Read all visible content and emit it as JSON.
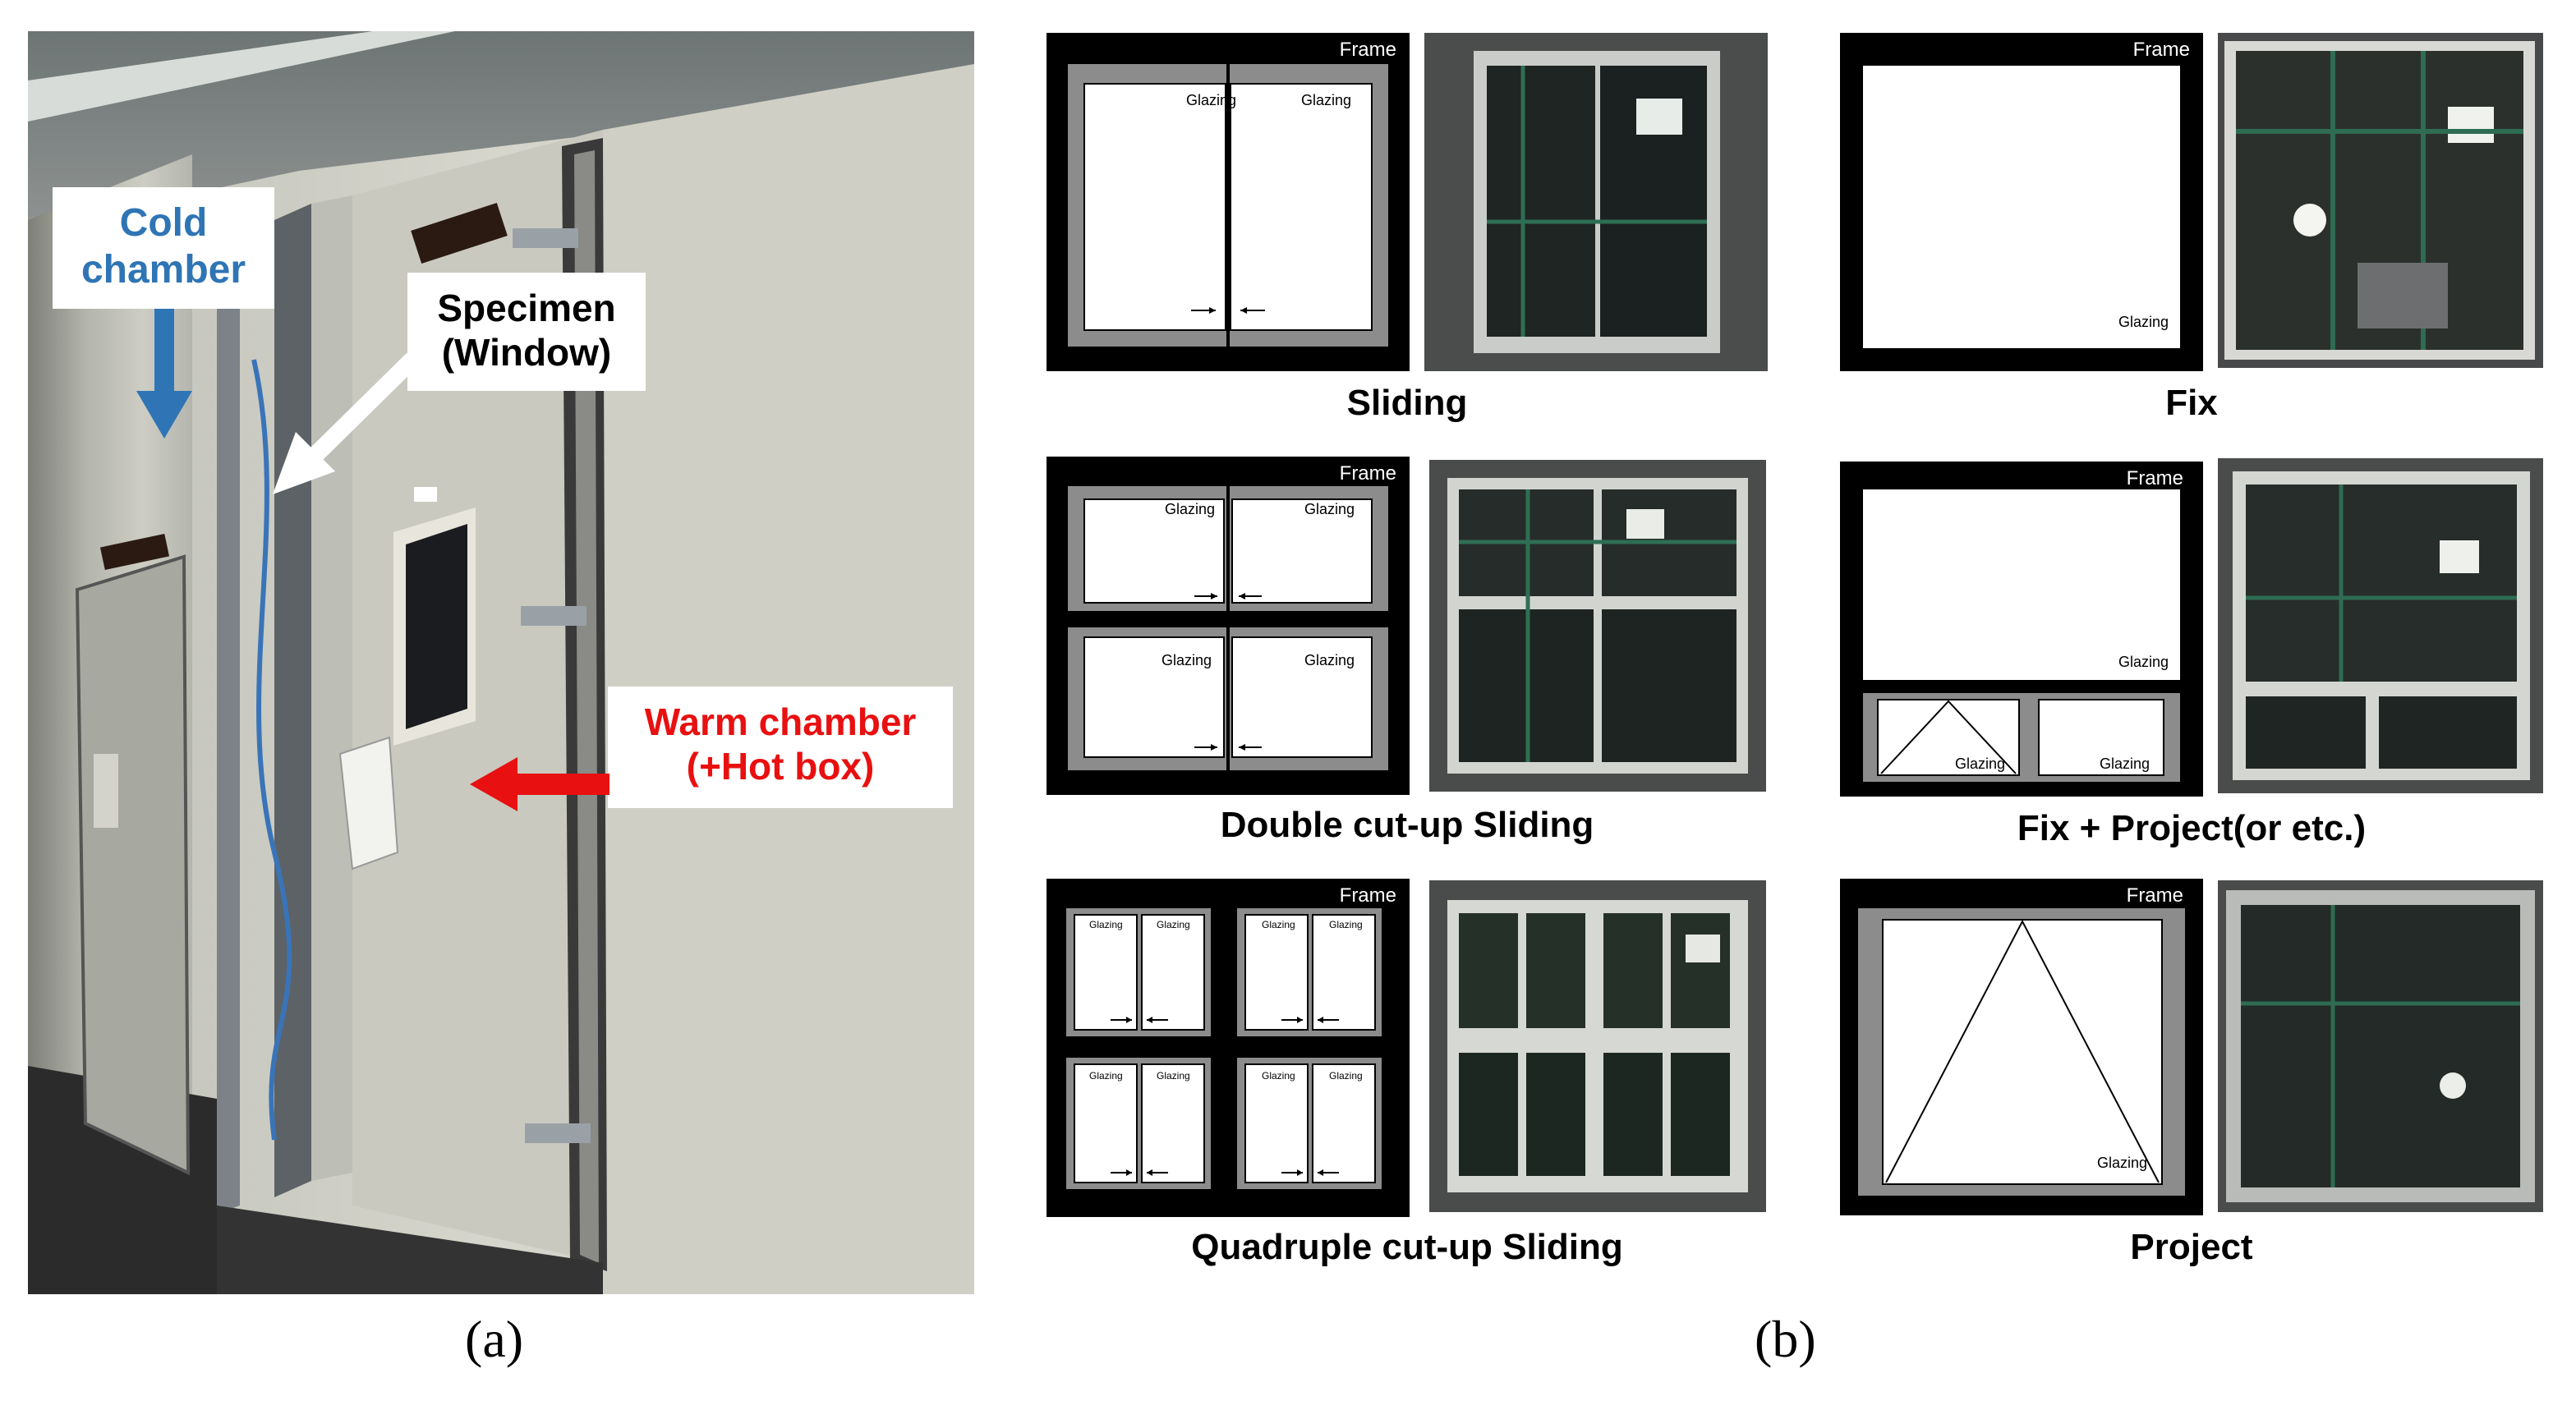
{
  "panel_a": {
    "label": "(a)",
    "cold_chamber": "Cold\nchamber",
    "specimen": "Specimen\n(Window)",
    "warm_chamber": "Warm chamber\n(+Hot box)",
    "colors": {
      "cold": "#2f75b5",
      "warm": "#e81010",
      "specimen_arrow": "#ffffff"
    }
  },
  "panel_b": {
    "label": "(b)",
    "frame_label": "Frame",
    "glazing_label": "Glazing",
    "types": [
      {
        "name": "Sliding"
      },
      {
        "name": "Fix"
      },
      {
        "name": "Double cut-up Sliding"
      },
      {
        "name": "Fix + Project(or etc.)"
      },
      {
        "name": "Quadruple cut-up Sliding"
      },
      {
        "name": "Project"
      }
    ]
  }
}
